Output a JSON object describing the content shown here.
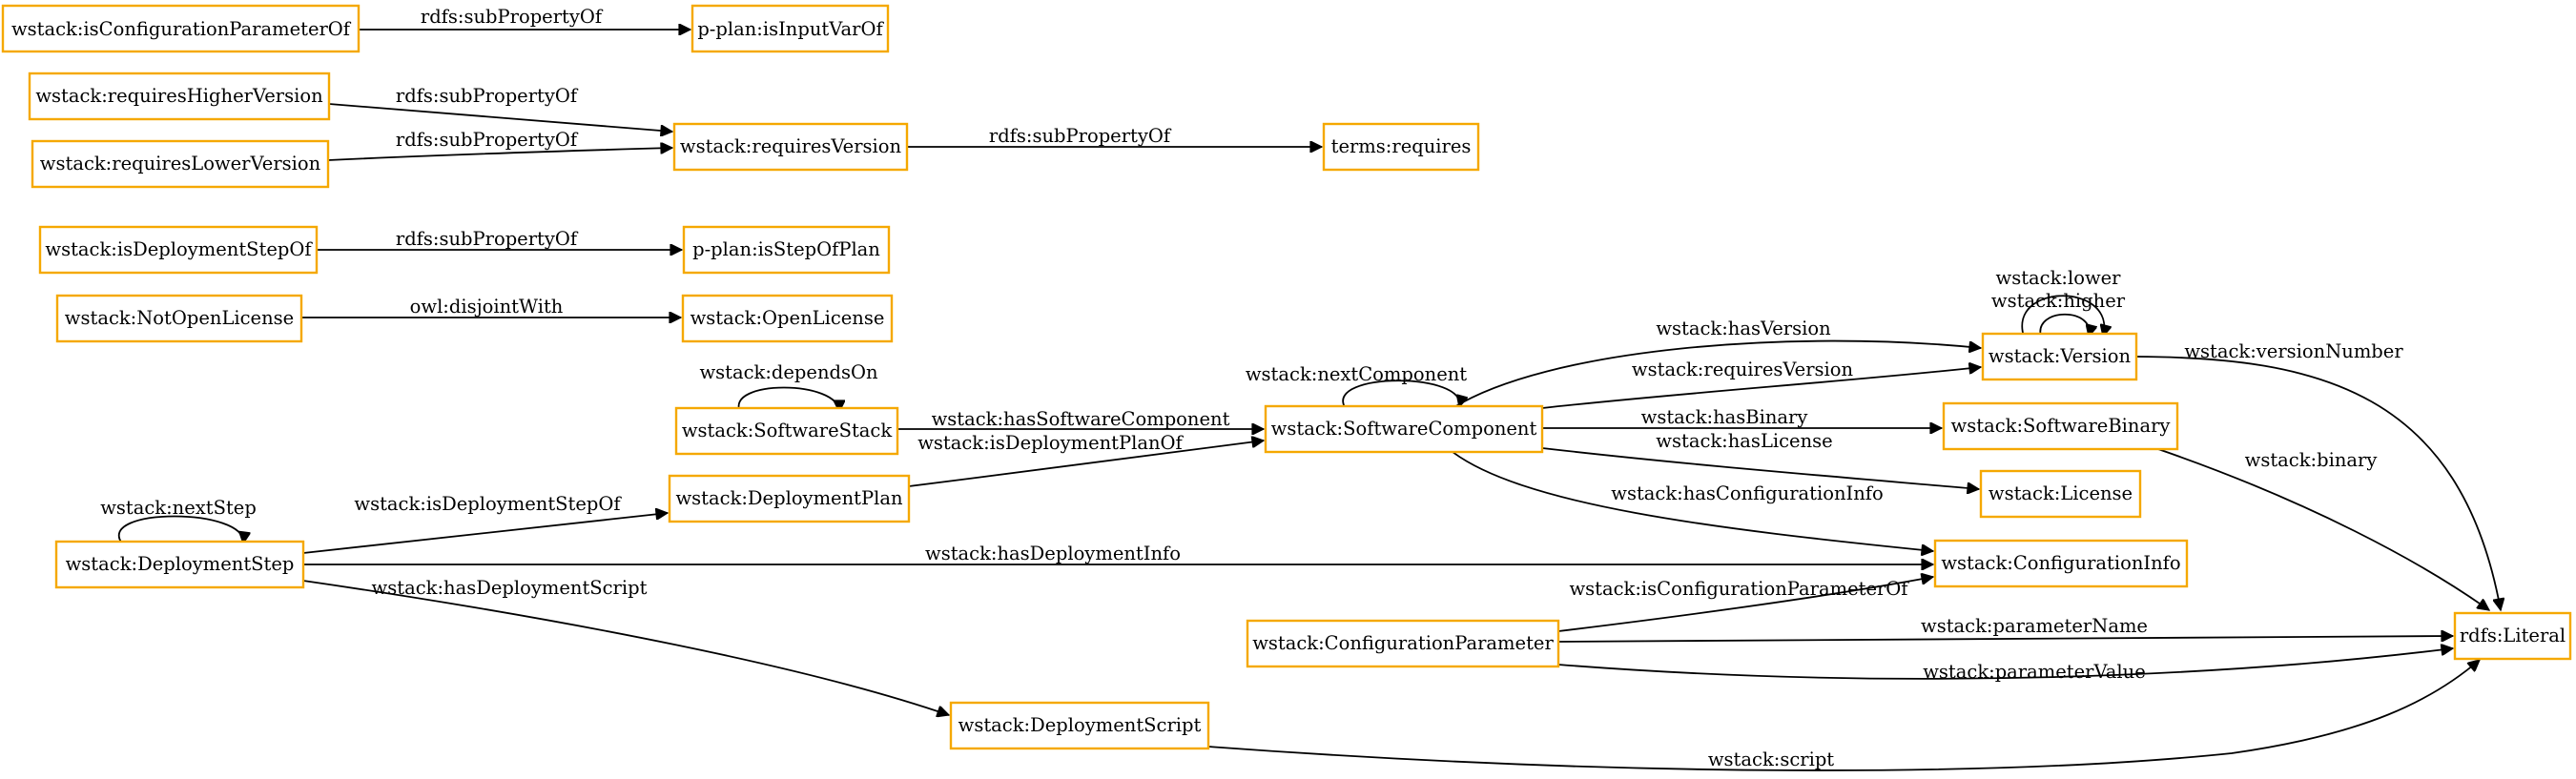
{
  "nodes": {
    "isConfigurationParameterOf": "wstack:isConfigurationParameterOf",
    "isInputVarOf": "p-plan:isInputVarOf",
    "requiresHigherVersion": "wstack:requiresHigherVersion",
    "requiresLowerVersion": "wstack:requiresLowerVersion",
    "requiresVersionProp": "wstack:requiresVersion",
    "termsRequires": "terms:requires",
    "isDeploymentStepOf": "wstack:isDeploymentStepOf",
    "isStepOfPlan": "p-plan:isStepOfPlan",
    "notOpenLicense": "wstack:NotOpenLicense",
    "openLicense": "wstack:OpenLicense",
    "softwareStack": "wstack:SoftwareStack",
    "softwareComponent": "wstack:SoftwareComponent",
    "version": "wstack:Version",
    "softwareBinary": "wstack:SoftwareBinary",
    "license": "wstack:License",
    "deploymentPlan": "wstack:DeploymentPlan",
    "deploymentStep": "wstack:DeploymentStep",
    "configurationInfo": "wstack:ConfigurationInfo",
    "configurationParameter": "wstack:ConfigurationParameter",
    "literal": "rdfs:Literal",
    "deploymentScript": "wstack:DeploymentScript"
  },
  "edges": {
    "subPropertyOf": "rdfs:subPropertyOf",
    "disjointWith": "owl:disjointWith",
    "dependsOn": "wstack:dependsOn",
    "nextComponent": "wstack:nextComponent",
    "hasVersion": "wstack:hasVersion",
    "requiresVersion": "wstack:requiresVersion",
    "lower": "wstack:lower",
    "higher": "wstack:higher",
    "versionNumber": "wstack:versionNumber",
    "hasSoftwareComponent": "wstack:hasSoftwareComponent",
    "isDeploymentPlanOf": "wstack:isDeploymentPlanOf",
    "hasBinary": "wstack:hasBinary",
    "hasLicense": "wstack:hasLicense",
    "binary": "wstack:binary",
    "hasConfigurationInfo": "wstack:hasConfigurationInfo",
    "nextStep": "wstack:nextStep",
    "isDeploymentStepOf": "wstack:isDeploymentStepOf",
    "hasDeploymentInfo": "wstack:hasDeploymentInfo",
    "hasDeploymentScript": "wstack:hasDeploymentScript",
    "isConfigurationParameterOf": "wstack:isConfigurationParameterOf",
    "parameterName": "wstack:parameterName",
    "parameterValue": "wstack:parameterValue",
    "script": "wstack:script"
  }
}
